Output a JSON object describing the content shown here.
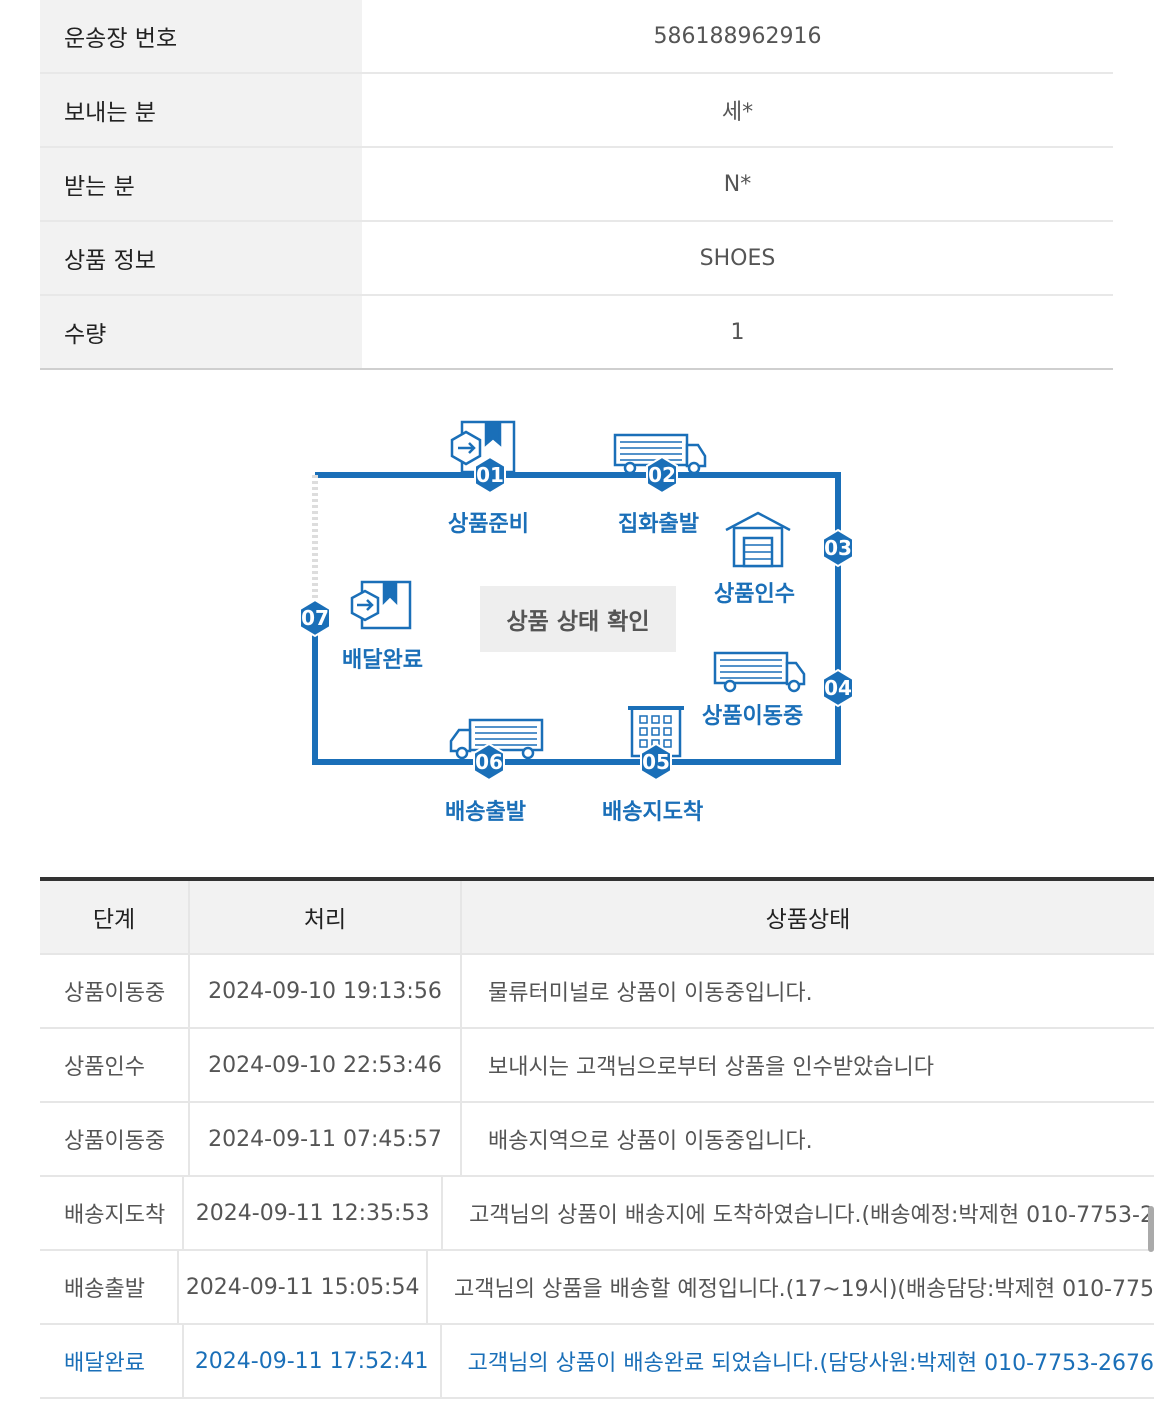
{
  "info": [
    {
      "label": "운송장 번호",
      "value": "586188962916"
    },
    {
      "label": "보내는 분",
      "value": "세*"
    },
    {
      "label": "받는 분",
      "value": "N*"
    },
    {
      "label": "상품 정보",
      "value": "SHOES"
    },
    {
      "label": "수량",
      "value": "1"
    }
  ],
  "diagram": {
    "center": "상품 상태 확인",
    "accent": "#1a6fb8",
    "steps": [
      {
        "num": "01",
        "label": "상품준비",
        "icon": "box-icon"
      },
      {
        "num": "02",
        "label": "집화출발",
        "icon": "truck-icon"
      },
      {
        "num": "03",
        "label": "상품인수",
        "icon": "warehouse-icon"
      },
      {
        "num": "04",
        "label": "상품이동중",
        "icon": "truck-icon"
      },
      {
        "num": "05",
        "label": "배송지도착",
        "icon": "building-icon"
      },
      {
        "num": "06",
        "label": "배송출발",
        "icon": "truck-icon"
      },
      {
        "num": "07",
        "label": "배달완료",
        "icon": "box-icon"
      }
    ]
  },
  "history": {
    "headers": [
      "단계",
      "처리",
      "상품상태"
    ],
    "rows": [
      {
        "stage": "상품이동중",
        "time": "2024-09-10 19:13:56",
        "status": "물류터미널로 상품이 이동중입니다."
      },
      {
        "stage": "상품인수",
        "time": "2024-09-10 22:53:46",
        "status": "보내시는 고객님으로부터 상품을 인수받았습니다"
      },
      {
        "stage": "상품이동중",
        "time": "2024-09-11 07:45:57",
        "status": "배송지역으로 상품이 이동중입니다."
      },
      {
        "stage": "배송지도착",
        "time": "2024-09-11 12:35:53",
        "status": "고객님의 상품이 배송지에 도착하였습니다.(배송예정:박제현 010-7753-2"
      },
      {
        "stage": "배송출발",
        "time": "2024-09-11 15:05:54",
        "status": "고객님의 상품을 배송할 예정입니다.(17~19시)(배송담당:박제현 010-775"
      },
      {
        "stage": "배달완료",
        "time": "2024-09-11 17:52:41",
        "status": "고객님의 상품이 배송완료 되었습니다.(담당사원:박제현 010-7753-2676"
      }
    ]
  }
}
